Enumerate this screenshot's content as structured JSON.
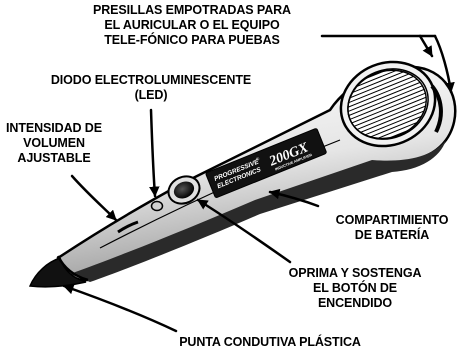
{
  "callouts": {
    "presillas": {
      "lines": [
        "PRESILLAS EMPOTRADAS PARA",
        "EL AURICULAR O EL EQUIPO",
        "TELE-FÓNICO PARA PUEBAS"
      ]
    },
    "diodo": {
      "lines": [
        "DIODO ELECTROLUMINESCENTE",
        "(LED)"
      ]
    },
    "intensidad": {
      "lines": [
        "INTENSIDAD DE",
        "VOLUMEN",
        "AJUSTABLE"
      ]
    },
    "compartimiento": {
      "lines": [
        "COMPARTIMIENTO",
        "DE BATERÍA"
      ]
    },
    "oprima": {
      "lines": [
        "OPRIMA Y SOSTENGA",
        "EL BOTÓN DE",
        "ENCENDIDO"
      ]
    },
    "punta": {
      "lines": [
        "PUNTA CONDUTIVA PLÁSTICA"
      ]
    }
  },
  "device": {
    "brand_line1": "PROGRESSIVE",
    "brand_line2": "ELECTRONICS",
    "trademark": "®",
    "model": "200GX",
    "model_subtitle": "INDUCTIVE AMPLIFIER"
  },
  "colors": {
    "ink": "#000000",
    "paper": "#ffffff",
    "body_shade": "#d9d9d9",
    "label_panel": "#111111"
  }
}
